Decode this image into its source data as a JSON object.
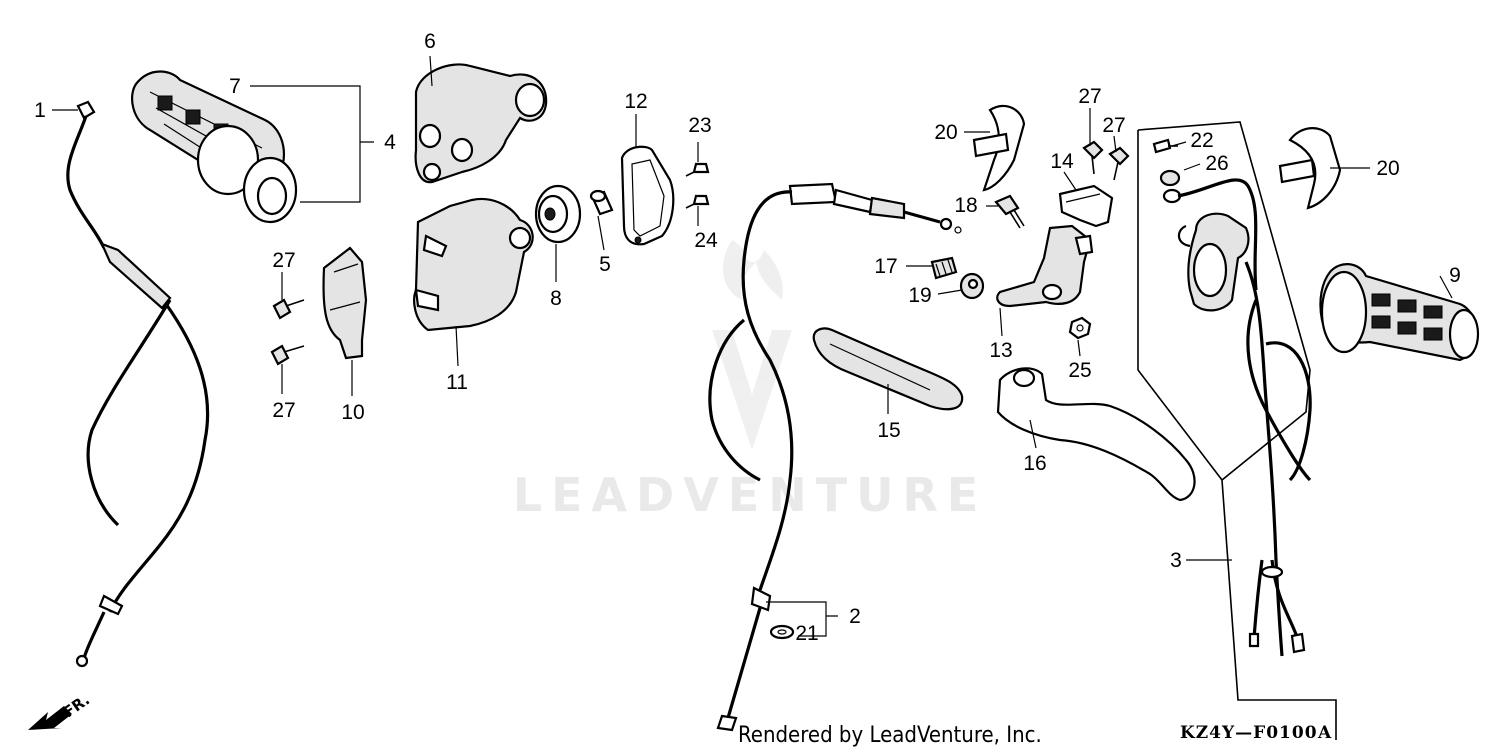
{
  "diagram": {
    "watermark": "LEADVENTURE",
    "credit": "Rendered by LeadVenture, Inc.",
    "code": "KZ4Y—F0100",
    "code_suffix": "A",
    "direction_label": "FR.",
    "direction_icon": "arrow-front-icon",
    "callouts": {
      "c1": "1",
      "c2": "2",
      "c3": "3",
      "c4": "4",
      "c5": "5",
      "c6": "6",
      "c7": "7",
      "c8": "8",
      "c9": "9",
      "c10": "10",
      "c11": "11",
      "c12": "12",
      "c13": "13",
      "c14": "14",
      "c15": "15",
      "c16": "16",
      "c17": "17",
      "c18": "18",
      "c19": "19",
      "c20a": "20",
      "c20b": "20",
      "c21": "21",
      "c22": "22",
      "c23": "23",
      "c24": "24",
      "c25": "25",
      "c26": "26",
      "c27a": "27",
      "c27b": "27",
      "c27c": "27",
      "c27d": "27"
    }
  }
}
